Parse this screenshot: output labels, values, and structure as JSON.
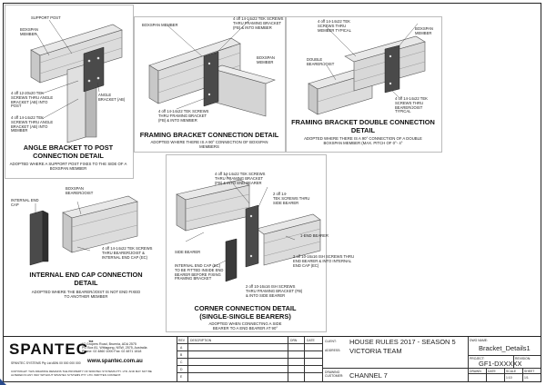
{
  "details": {
    "angle": {
      "labels": {
        "support_post": "SUPPORT POST",
        "boxspan_member": "BOXSPAN\nMEMBER",
        "angle_bracket": "ANGLE\nBRACKET (AB)",
        "screws_post": "4 off 12-20x20 TEK\nSCREWS THRU ANGLE\nBRACKET (AB) INTO\nPOST",
        "screws_member": "4 off 14-14x22 TEK\nSCREWS THRU ANGLE\nBRACKET (AB) INTO\nMEMBER"
      },
      "title": "ANGLE BRACKET TO POST\nCONNECTION DETAIL",
      "subtitle": "ADOPTED WHERE A SUPPORT POST FIXES TO THE SIDE OF A\nBOXSPAN MEMBER"
    },
    "framing": {
      "labels": {
        "boxspan_member_left": "BOXSPAN MEMBER",
        "screws_top": "4 off 14-14x22 TEK SCREWS\nTHRU FRAMING BRACKET\n(FB) & INTO MEMBER",
        "boxspan_member_right": "BOXSPAN\nMEMBER",
        "screws_bottom": "4 off 14-14x22 TEK SCREWS\nTHRU FRAMING BRACKET\n(FB) & INTO MEMBER"
      },
      "title": "FRAMING BRACKET CONNECTION DETAIL",
      "subtitle": "ADOPTED WHERE THERE IS A 90° CONNECTION OF BOXSPAN\nMEMBERS"
    },
    "double": {
      "labels": {
        "screws_top": "4 off 14-14x22 TEK\nSCREWS THRU\nMEMBER TYPICAL",
        "boxspan_member": "BOXSPAN\nMEMBER",
        "double_bearer": "DOUBLE\nBEARER/JOIST",
        "screws_right": "4 off 14-14x22 TEK\nSCREWS THRU\nBEARER/JOIST\nTYPICAL"
      },
      "title": "FRAMING BRACKET DOUBLE CONNECTION\nDETAIL",
      "subtitle": "ADOPTED WHERE THERE IS A 90° CONNECTION OF A DOUBLE\nBOXSPAN MEMBER (MAX. PITCH OF 0°- 4°"
    },
    "endcap": {
      "labels": {
        "internal_end_cap": "INTERNAL END\nCAP",
        "boxspan_bearer": "BOXSPAN\nBEARER/JOIST",
        "screws": "4 off 14-14x22 TEK SCREWS\nTHRU BEARER/JOIST &\nINTERNAL END CAP (EC)"
      },
      "title": "INTERNAL END CAP CONNECTION\nDETAIL",
      "subtitle": "ADOPTED WHERE THE BEARER/JOIST IS NOT END FIXED\nTO ANOTHER MEMBER"
    },
    "corner": {
      "labels": {
        "screws_top": "4 off 14-14x22 TEK SCREWS\nTHRU FRAMING BRACKET\n(FB) & INTO END BEARER",
        "screws_side": "2 off 14-\nTEK SCREWS THRU\nSIDE BEARER",
        "side_bearer": "SIDE BEARER",
        "end_bearer": "1-END BEARER",
        "internal_cap": "INTERNAL END CAP (EC)\nTO BE FITTED INSIDE END\nBEARER BEFORE FIXING\nFRAMING BRACKET",
        "screws_bolts": "2 off 10-16x16 ISH SCREWS THRU\nEND BEARER & INTO INTERNAL\nEND CAP (EC)",
        "screws_fb": "2 off 10-16x16 ISH SCREWS\nTHRU FRAMING BRACKET (FB)\n& INTO SIDE BEARER"
      },
      "title": "CORNER CONNECTION DETAIL\n(SINGLE-SINGLE BEARERS)",
      "subtitle": "ADOPTED WHEN CONNECTING A SIDE\nBEARER TO A END BEARER AT 90°"
    }
  },
  "title_block": {
    "logo": "SPANTEC",
    "logo_tm": "™",
    "address": "17 Gropers Road, Bruenia, ADA 2575\nPO Box 81, Wittagong, NSW, 2575, Australia\nPhone: 02 4860 1000 Fax: 02 4871 1818",
    "company": "SPANTEC SYSTEMS Pty Ltd   ABN 00 000 000 000",
    "website": "www.spantec.com.au",
    "copyright": "COPYRIGHT: THIS DRAWING REMAINS THE PROPERTY OF SPANTEC SYSTEMS PTY. LTD. AND MAY NOT BE\nALTERED IN ANY WAY WITHOUT SPANTEC SYSTEMS PTY. LTD. WRITTEN CONSENT.",
    "rev_header": "REV",
    "desc_header": "DESCRIPTION",
    "drn_header": "DRN",
    "date_header": "DATE",
    "rev_rows": [
      "A",
      "B",
      "C",
      "D",
      "E"
    ],
    "client_label": "CLIENT:",
    "client_value": "HOUSE RULES 2017 - SEASON 5",
    "address_label": "ADDRESS:",
    "address_value": "VICTORIA TEAM",
    "drawing_label": "DRAWING\nCUSTOMER:",
    "drawing_value": "CHANNEL 7",
    "dwg_name_label": "DWG NAME:",
    "dwg_name_value": "Bracket_Details1",
    "project_label": "PROJECT:",
    "project_value": "GF1-DXXXXX",
    "revision_label": "REVISION:",
    "meta_labels": [
      "DRAWN",
      "DATE",
      "SCALE",
      "SHEET"
    ],
    "meta_values": [
      "",
      "",
      "1:10",
      "1/1"
    ]
  },
  "colors": {
    "steel_light": "#e8e8e8",
    "steel_mid": "#c8c8c8",
    "steel_dark": "#8c8c8c",
    "bracket_dark": "#4a4a4a",
    "accent": "#2a4b8c"
  }
}
